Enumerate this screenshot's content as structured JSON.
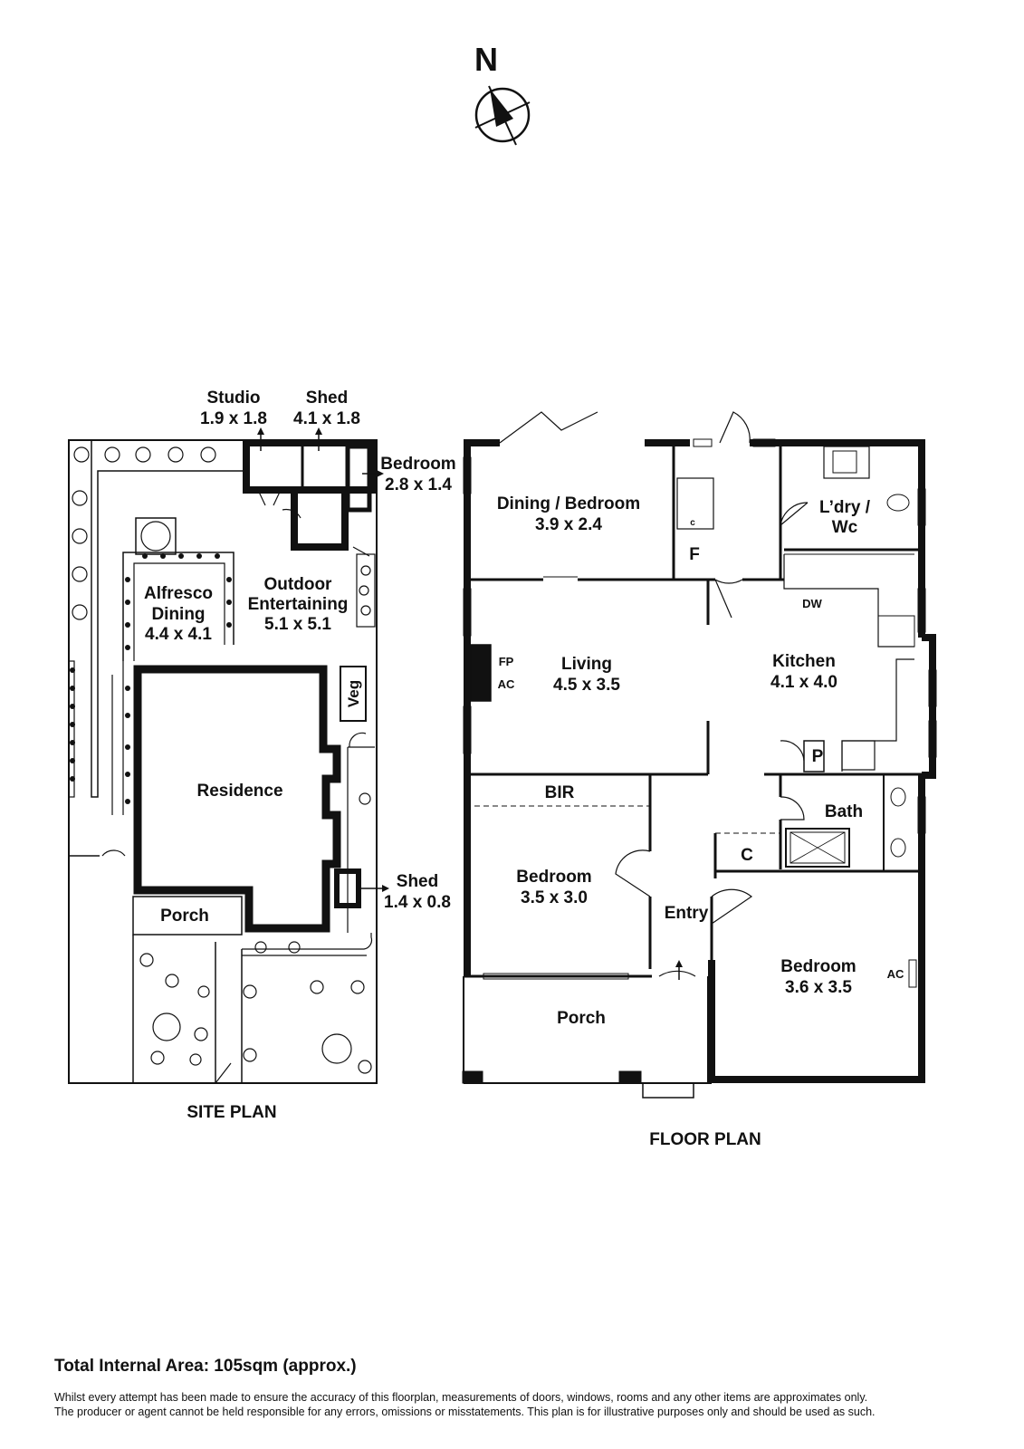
{
  "compass": {
    "label": "N",
    "icon": "north-arrow-icon"
  },
  "site_plan": {
    "title": "SITE PLAN",
    "labels": {
      "studio_name": "Studio",
      "studio_dims": "1.9 x 1.8",
      "shed_name": "Shed",
      "shed_dims": "4.1 x 1.8",
      "bedroom_name": "Bedroom",
      "bedroom_dims": "2.8 x 1.4",
      "outdoor_name_1": "Outdoor",
      "outdoor_name_2": "Entertaining",
      "outdoor_dims": "5.1 x 5.1",
      "alfresco_name_1": "Alfresco",
      "alfresco_name_2": "Dining",
      "alfresco_dims": "4.4 x 4.1",
      "veg": "Veg",
      "residence": "Residence",
      "shed2_name": "Shed",
      "shed2_dims": "1.4 x 0.8",
      "porch": "Porch"
    }
  },
  "floor_plan": {
    "title": "FLOOR PLAN",
    "rooms": {
      "dining_name": "Dining / Bedroom",
      "dining_dims": "3.9 x 2.4",
      "laundry_name_1": "L’dry /",
      "laundry_name_2": "Wc",
      "living_name": "Living",
      "living_dims": "4.5 x 3.5",
      "kitchen_name": "Kitchen",
      "kitchen_dims": "4.1 x 4.0",
      "bir": "BIR",
      "bedroom1_name": "Bedroom",
      "bedroom1_dims": "3.5 x 3.0",
      "entry": "Entry",
      "bath": "Bath",
      "bedroom2_name": "Bedroom",
      "bedroom2_dims": "3.6 x 3.5",
      "porch": "Porch"
    },
    "small_labels": {
      "fp": "FP",
      "ac_living": "AC",
      "dw": "DW",
      "f": "F",
      "c_small": "c",
      "p": "P",
      "c_bath": "C",
      "ac_bedroom": "AC"
    }
  },
  "footer": {
    "total_area": "Total Internal Area: 105sqm (approx.)",
    "disclaimer_1": "Whilst every attempt has been made to ensure the accuracy of this floorplan, measurements of doors, windows, rooms and any other items are approximates only.",
    "disclaimer_2": "The producer or agent cannot be held responsible for any errors, omissions or misstatements. This plan is for illustrative purposes only and should be used as such."
  }
}
